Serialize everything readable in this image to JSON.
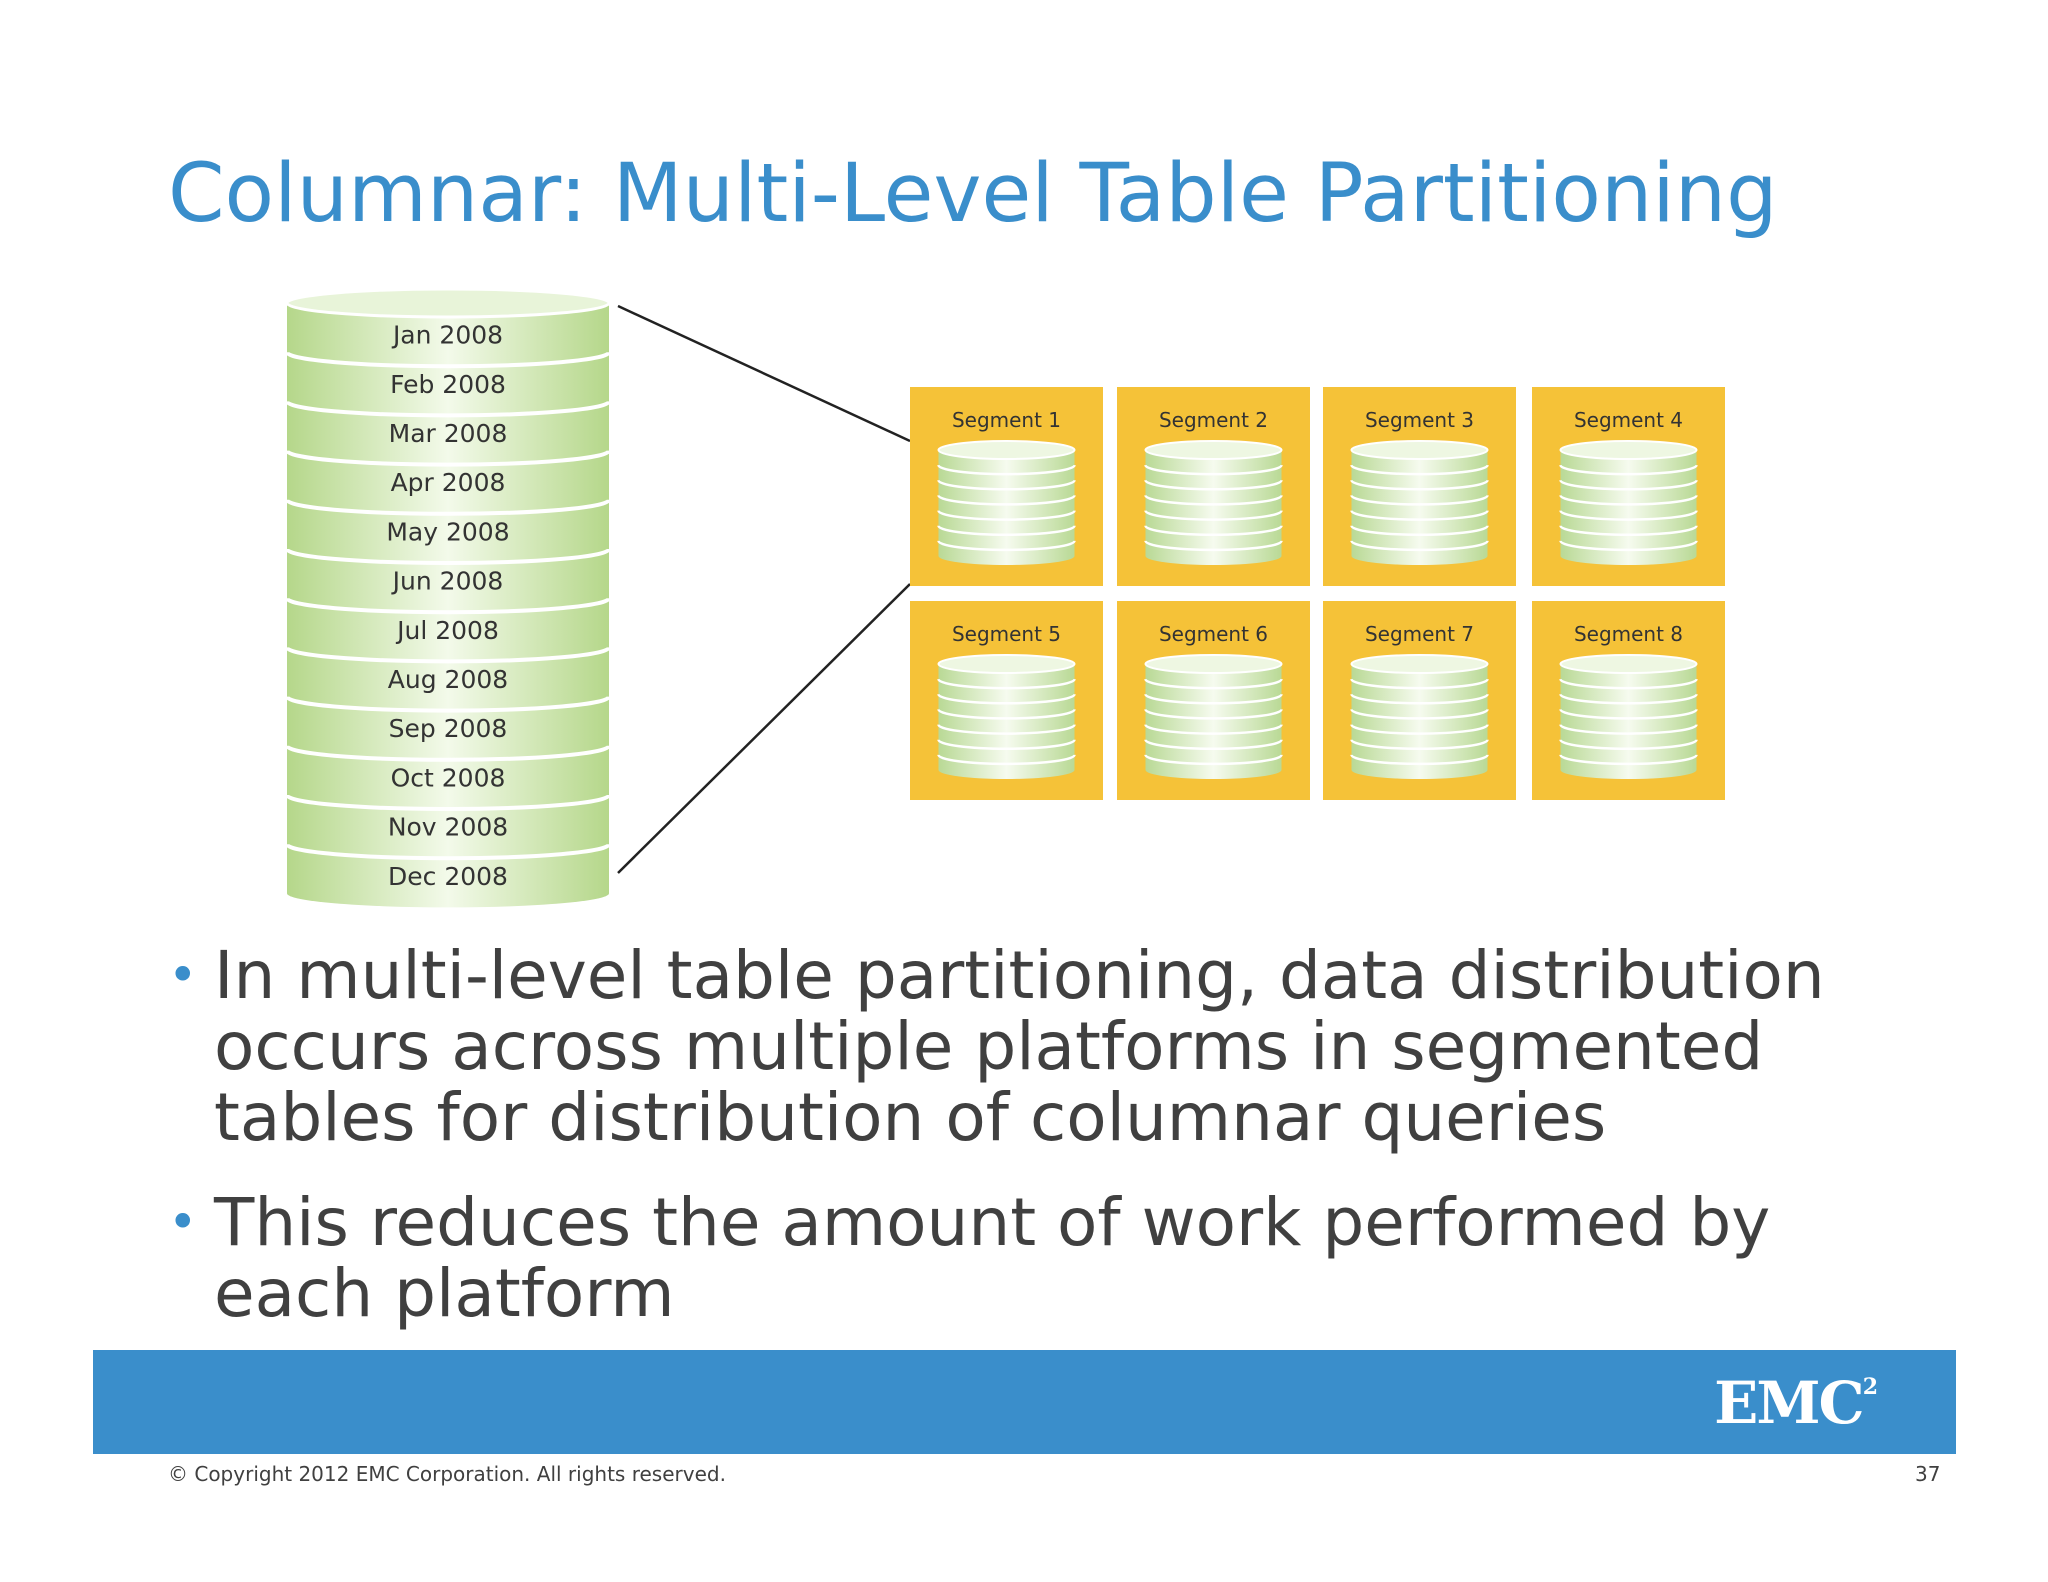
{
  "slide": {
    "title": "Columnar: Multi-Level Table Partitioning",
    "copyright": "© Copyright 2012 EMC Corporation. All rights reserved.",
    "page_number": "37",
    "logo_text": "EMC",
    "logo_superscript": "2"
  },
  "diagram": {
    "months": [
      "Jan 2008",
      "Feb 2008",
      "Mar 2008",
      "Apr 2008",
      "May 2008",
      "Jun 2008",
      "Jul 2008",
      "Aug 2008",
      "Sep 2008",
      "Oct 2008",
      "Nov 2008",
      "Dec 2008"
    ],
    "segments": [
      "Segment 1",
      "Segment 2",
      "Segment 3",
      "Segment 4",
      "Segment 5",
      "Segment 6",
      "Segment 7",
      "Segment 8"
    ]
  },
  "bullets": [
    "In multi-level table partitioning, data distribution occurs across multiple platforms in segmented tables for distribution of columnar queries",
    "This reduces the amount of work performed by each platform"
  ],
  "colors": {
    "title_blue": "#3a8ecb",
    "segment_yellow": "#f5c238",
    "cylinder_green": "#c3df9f",
    "text_gray": "#404040"
  }
}
